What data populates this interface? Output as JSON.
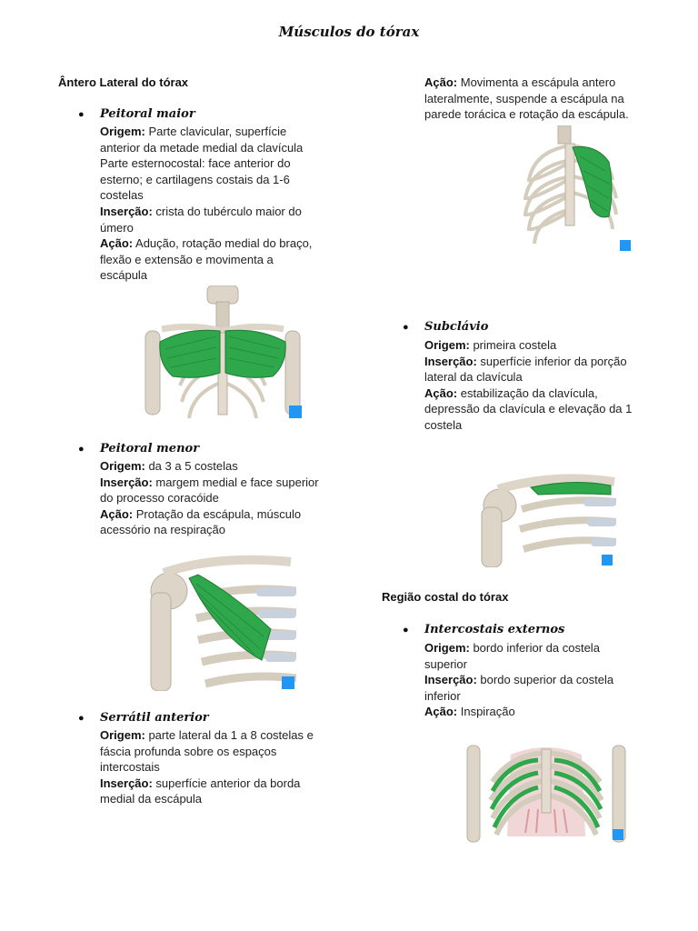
{
  "page_title": "Músculos do tórax",
  "bullet_char": "●",
  "left": {
    "section_title": "Ântero Lateral do tórax",
    "pec_major": {
      "name": "Peitoral maior",
      "origem_label": "Origem:",
      "origem_1": " Parte clavicular, superfície",
      "origem_2": "anterior da metade medial da clavícula",
      "origem_3": "Parte esternocostal: face anterior do",
      "origem_4": "esterno; e cartilagens costais da 1-6",
      "origem_5": "costelas",
      "insercao_label": "Inserção:",
      "insercao_1": " crista do tubérculo maior do",
      "insercao_2": "úmero",
      "acao_label": "Ação:",
      "acao_1": " Adução, rotação medial do braço,",
      "acao_2": "flexão e extensão e movimenta a",
      "acao_3": "escápula"
    },
    "pec_minor": {
      "name": "Peitoral menor",
      "origem_label": "Origem:",
      "origem_1": " da 3 a 5 costelas",
      "insercao_label": "Inserção:",
      "insercao_1": " margem medial e face superior",
      "insercao_2": "do processo coracóide",
      "acao_label": "Ação:",
      "acao_1": " Protação da escápula, músculo",
      "acao_2": "acessório na respiração"
    },
    "serratus": {
      "name": "Serrátil anterior",
      "origem_label": "Origem:",
      "origem_1": " parte lateral da 1 a 8 costelas e",
      "origem_2": "fáscia profunda sobre os espaços",
      "origem_3": "intercostais",
      "insercao_label": "Inserção:",
      "insercao_1": " superfície anterior da borda",
      "insercao_2": "medial da escápula"
    }
  },
  "right": {
    "serratus_cont": {
      "acao_label": "Ação:",
      "acao_1": " Movimenta a escápula antero",
      "acao_2": "lateralmente, suspende a escápula na",
      "acao_3": "parede torácica e rotação da escápula."
    },
    "subclavius": {
      "name": "Subclávio",
      "origem_label": "Origem:",
      "origem_1": " primeira costela",
      "insercao_label": "Inserção:",
      "insercao_1": " superfície inferior da porção",
      "insercao_2": "lateral da clavícula",
      "acao_label": "Ação:",
      "acao_1": " estabilização da clavícula,",
      "acao_2": "depressão da clavícula e elevação da 1",
      "acao_3": "costela"
    },
    "section_title": "Região costal do tórax",
    "intercostals": {
      "name": "Intercostais externos",
      "origem_label": "Origem:",
      "origem_1": " bordo inferior da costela",
      "origem_2": "superior",
      "insercao_label": "Inserção:",
      "insercao_1": " bordo superior da costela",
      "insercao_2": "inferior",
      "acao_label": "Ação:",
      "acao_1": " Inspiração"
    }
  },
  "colors": {
    "muscle_green": "#2ea84a",
    "muscle_dark": "#1f7a35",
    "bone": "#ddd6c8",
    "bone_shade": "#b8b0a2",
    "cartilage": "#c9d2dc",
    "intercostal_red": "#d98c8c",
    "logo_blue": "#2196f3"
  }
}
